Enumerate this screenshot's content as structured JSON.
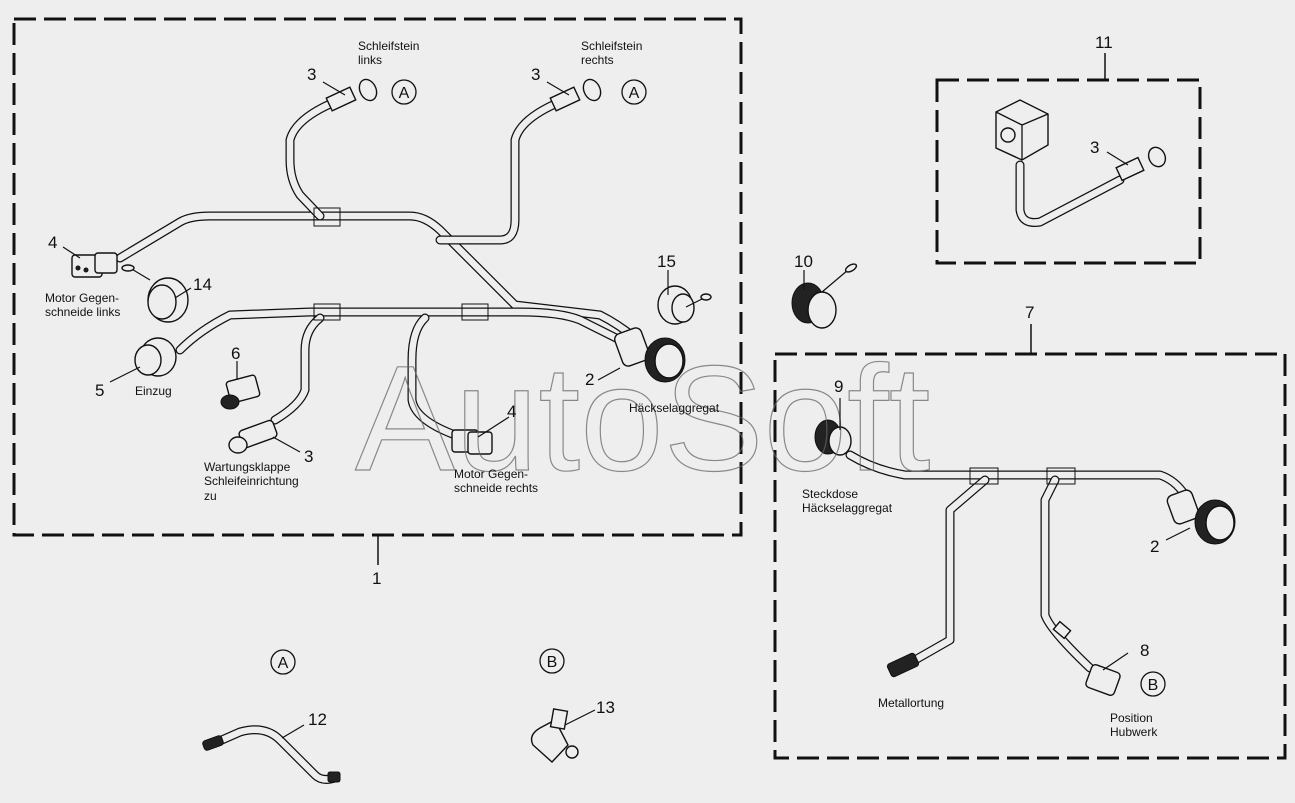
{
  "diagram": {
    "type": "wiring-harness exploded parts diagram",
    "watermark": "AutoSoft",
    "groups": [
      {
        "id": "1",
        "label": "1"
      },
      {
        "id": "7",
        "label": "7"
      },
      {
        "id": "11",
        "label": "11"
      }
    ],
    "callouts": {
      "g1_3_left": "3",
      "g1_3_right": "3",
      "g1_4_left": "4",
      "g1_14": "14",
      "g1_5": "5",
      "g1_6": "6",
      "g1_3_service": "3",
      "g1_4_right": "4",
      "g1_2": "2",
      "g1_15": "15",
      "item_10": "10",
      "g11_3": "3",
      "g7_9": "9",
      "g7_2": "2",
      "g7_8": "8",
      "item_12": "12",
      "item_13": "13"
    },
    "labels": {
      "schleifstein_links": [
        "Schleifstein",
        "links"
      ],
      "schleifstein_rechts": [
        "Schleifstein",
        "rechts"
      ],
      "motor_links": [
        "Motor Gegen-",
        "schneide links"
      ],
      "einzug": "Einzug",
      "wartung": [
        "Wartungsklappe",
        "Schleifeinrichtung",
        "zu"
      ],
      "motor_rechts": [
        "Motor Gegen-",
        "schneide rechts"
      ],
      "haeckselaggregat": "Häckselaggregat",
      "steckdose": [
        "Steckdose",
        "Häckselaggregat"
      ],
      "metallortung": "Metallortung",
      "position_hubwerk": [
        "Position",
        "Hubwerk"
      ]
    },
    "detail_markers": {
      "a_left": "A",
      "a_right": "A",
      "b_g7": "B",
      "a_detail": "A",
      "b_detail": "B"
    }
  }
}
